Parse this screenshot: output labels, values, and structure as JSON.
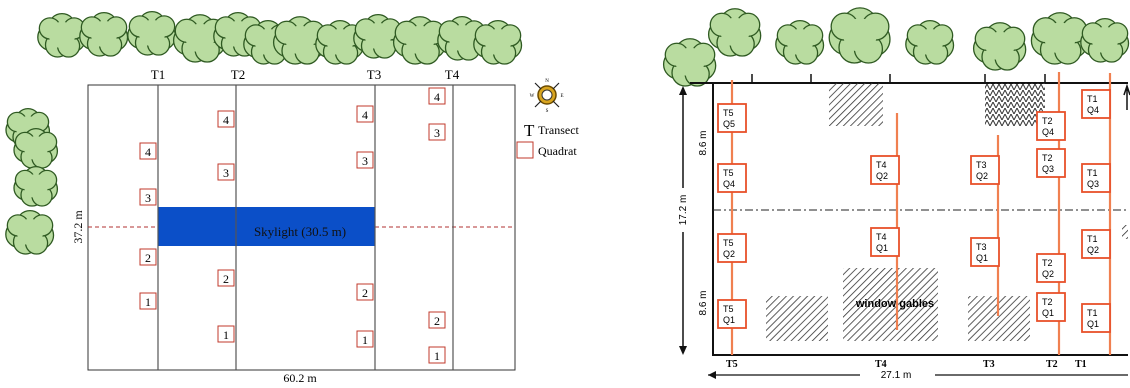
{
  "left_panel": {
    "transect_labels": [
      "T1",
      "T2",
      "T3",
      "T4"
    ],
    "quadrat_numbers": {
      "T1": [
        "4",
        "3",
        "2",
        "1"
      ],
      "T2": [
        "4",
        "3",
        "2",
        "1"
      ],
      "T3": [
        "4",
        "3",
        "2",
        "1"
      ],
      "T4": [
        "4",
        "3",
        "2",
        "1"
      ]
    },
    "skylight_label": "Skylight (30.5 m)",
    "width_label": "60.2 m",
    "height_label": "37.2 m",
    "legend": {
      "transect_symbol": "T",
      "transect_label": "Transect",
      "quadrat_label": "Quadrat"
    },
    "colors": {
      "skylight": "#0b4fc8",
      "quadrat_border": "#c0392b",
      "tree_fill": "#b9dca0",
      "tree_stroke": "#2f5a22"
    }
  },
  "right_panel": {
    "quadrats": [
      {
        "label": "T5\nQ5"
      },
      {
        "label": "T5\nQ4"
      },
      {
        "label": "T5\nQ2"
      },
      {
        "label": "T5\nQ1"
      },
      {
        "label": "T4\nQ2"
      },
      {
        "label": "T4\nQ1"
      },
      {
        "label": "T3\nQ2"
      },
      {
        "label": "T3\nQ1"
      },
      {
        "label": "T2\nQ4"
      },
      {
        "label": "T2\nQ3"
      },
      {
        "label": "T2\nQ2"
      },
      {
        "label": "T2\nQ1"
      },
      {
        "label": "T1\nQ4"
      },
      {
        "label": "T1\nQ3"
      },
      {
        "label": "T1\nQ2"
      },
      {
        "label": "T1\nQ1"
      }
    ],
    "bottom_transect_labels": [
      "T5",
      "T4",
      "T3",
      "T2",
      "T1"
    ],
    "window_label": "window gables",
    "width_label": "27.1 m",
    "height_label": "17.2 m",
    "upper_section_label": "8.6 m",
    "lower_section_label": "8.6 m",
    "colors": {
      "transect_line": "#f08050",
      "quadrat_border": "#e8502a",
      "hatch": "#333333"
    }
  }
}
